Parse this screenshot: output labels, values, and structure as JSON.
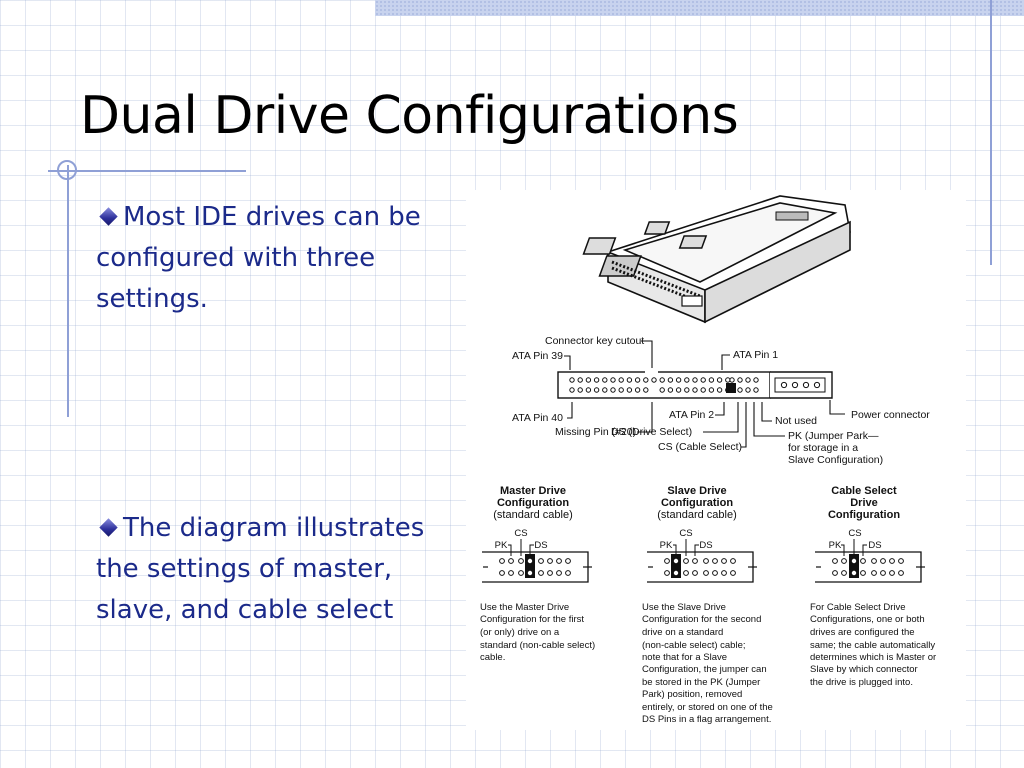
{
  "slide": {
    "title": "Dual Drive Configurations",
    "bullets": [
      "Most IDE drives can be configured with three settings.",
      "The diagram illustrates the settings of master, slave, and cable select"
    ],
    "colors": {
      "bullet_text": "#1b2a8a",
      "accent_lines": "#8fa0d6"
    }
  },
  "diagram": {
    "labels": {
      "connector_key_cutout": "Connector key cutout",
      "ata_pin_39": "ATA Pin 39",
      "ata_pin_1": "ATA Pin 1",
      "ata_pin_40": "ATA Pin 40",
      "missing_pin": "Missing Pin (#20)",
      "ata_pin_2": "ATA Pin 2",
      "ds_drive_select": "DS (Drive Select)",
      "cs_cable_select": "CS (Cable Select)",
      "not_used": "Not used",
      "power_connector": "Power connector",
      "pk_line1": "PK (Jumper Park—",
      "pk_line2": "for storage in a",
      "pk_line3": "Slave Configuration)"
    },
    "configs": [
      {
        "heading": [
          "Master Drive",
          "Configuration",
          "(standard cable)"
        ],
        "pin_labels": {
          "cs": "CS",
          "pk": "PK",
          "ds": "DS"
        },
        "description": [
          "Use the Master Drive",
          "Configuration for the first",
          "(or only) drive on a",
          "standard (non-cable select)",
          "cable."
        ]
      },
      {
        "heading": [
          "Slave Drive",
          "Configuration",
          "(standard cable)"
        ],
        "pin_labels": {
          "cs": "CS",
          "pk": "PK",
          "ds": "DS"
        },
        "description": [
          "Use the Slave Drive",
          "Configuration for the second",
          "drive on a standard",
          "(non-cable select) cable;",
          "note that for a Slave",
          "Configuration, the jumper can",
          "be stored in the PK (Jumper",
          "Park) position, removed",
          "entirely, or stored on one of the",
          "DS Pins in a flag arrangement."
        ]
      },
      {
        "heading": [
          "Cable Select",
          "Drive",
          "Configuration"
        ],
        "pin_labels": {
          "cs": "CS",
          "pk": "PK",
          "ds": "DS"
        },
        "description": [
          "For Cable Select Drive",
          "Configurations, one or both",
          "drives are configured the",
          "same; the cable automatically",
          "determines which is Master or",
          "Slave by which connector",
          "the drive is plugged into."
        ]
      }
    ]
  }
}
